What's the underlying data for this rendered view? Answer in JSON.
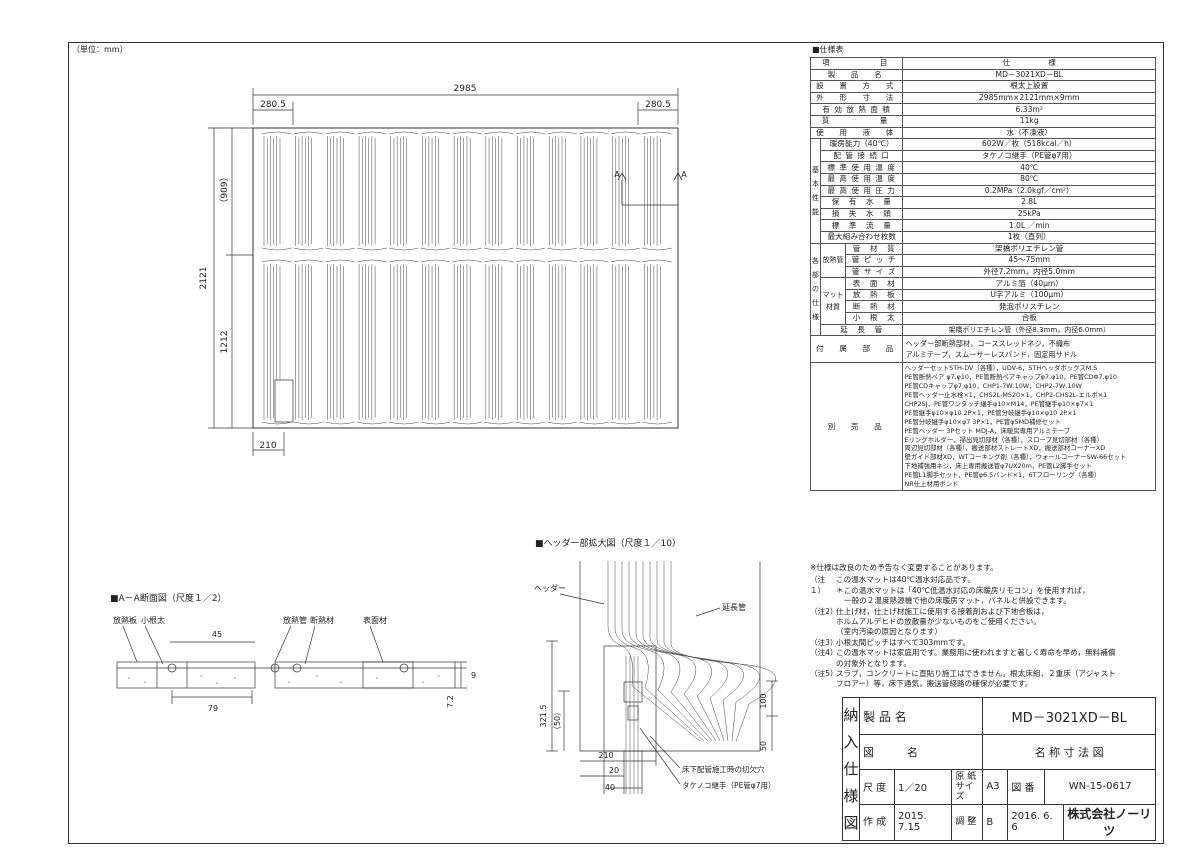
{
  "unit_label": "（単位：mm）",
  "plan": {
    "dim_total_width": "2985",
    "dim_left_margin": "280.5",
    "dim_right_margin": "280.5",
    "dim_total_height": "2121",
    "dim_upper": "（909）",
    "dim_lower": "1212",
    "dim_bottom_left": "210",
    "section_mark_a_left": "A",
    "section_mark_a_right": "A"
  },
  "section": {
    "title": "■A－A断面図（尺度１／2）",
    "labels": {
      "heat_plate": "放熱板",
      "small_joist": "小根太",
      "dim_45": "45",
      "heat_pipe": "放熱管",
      "insulation": "断熱材",
      "surface": "表面材",
      "dim_79": "79",
      "dim_9": "9",
      "dim_7_2": "7.2"
    }
  },
  "header_detail": {
    "title": "■ヘッダー部拡大図（尺度１／10）",
    "labels": {
      "header": "ヘッダー",
      "extension_pipe": "延長管",
      "dim_321_5": "321.5",
      "dim_50a": "（50）",
      "dim_100": "100",
      "dim_50b": "50",
      "dim_210": "210",
      "dim_20": "20",
      "dim_40": "40",
      "cutout": "床下配管施工時の切欠穴",
      "fitting": "タケノコ継手（PE管φ7用）"
    }
  },
  "spec": {
    "title": "■仕様表",
    "head": [
      "項　　　　目",
      "仕　　　　　様"
    ],
    "rows1": [
      [
        "製　品　名",
        "MD－3021XD－BL"
      ],
      [
        "設　置　方　式",
        "根太上設置"
      ],
      [
        "外　形　寸　法",
        "2985mm×2121mm×9mm"
      ],
      [
        "有 効 放 熱 面 積",
        "6.33m²"
      ],
      [
        "質　　　　量",
        "11kg"
      ],
      [
        "使　用　液　体",
        "水（不凍液）"
      ]
    ],
    "basic_cat": "基本性能",
    "basic": [
      [
        "暖房能力（40℃）",
        "602W／枚（518kcal／h）"
      ],
      [
        "配 管 接 続 口",
        "タケノコ継手（PE管φ7用）"
      ],
      [
        "標 準 使 用 温 度",
        "40℃"
      ],
      [
        "最 高 使 用 温 度",
        "80℃"
      ],
      [
        "最 高 使 用 圧 力",
        "0.2MPa（2.0kgf／cm²）"
      ],
      [
        "保　有　水　量",
        "2.8L"
      ],
      [
        "損　失　水　頭",
        "25kPa"
      ],
      [
        "標　準　流　量",
        "1.0L ／min"
      ],
      [
        "最大組み合わせ枚数",
        "1枚（直列）"
      ]
    ],
    "parts_cat": "各部の仕様",
    "pipe_sub": "放熱管",
    "pipe": [
      [
        "管　材　質",
        "架橋ポリエチレン管"
      ],
      [
        "管 ピ ッ チ",
        "45～75mm"
      ],
      [
        "管 サ イ ズ",
        "外径7.2mm，内径5.0mm"
      ]
    ],
    "mat_sub": "マット材質",
    "mat": [
      [
        "表　面　材",
        "アルミ箔（40μm）"
      ],
      [
        "放　熱　板",
        "U字アルミ（100μm）"
      ],
      [
        "断　熱　材",
        "発泡ポリスチレン"
      ],
      [
        "小　根　太",
        "合板"
      ]
    ],
    "ext": [
      "延　長　管",
      "架橋ポリエチレン管（外径8.3mm，内径6.0mm）"
    ],
    "acc": [
      "付　属　部　品",
      "ヘッダー部断熱部材，コーススレッドネジ，不織布",
      "アルミテープ，スムーサーレスバンド，固定用サドル"
    ],
    "sep_label": "別　売　品",
    "sep_lines": [
      "ヘッダーセットSTH-DV（各種），UDV-6，STHヘッダボックスM,S",
      "PE管断熱ペア φ7,φ10，PE管断熱ペアキャップφ7,φ10，PE管CDΦ7,φ10",
      "PE管CDキャップφ7,φ10，CHP1-7W,10W，CHP2-7W,10W",
      "PE管ヘッダー止水栓×1，CHS2L-MS20×1，CHP2-CHS2L-エルボ×1",
      "CHP2SJ，PE管ワンタッチ継手φ10×M14，PE管継手φ10×φ7×1",
      "PE管継手φ10×φ10 2P×1，PE管分岐継手φ10×φ10 2P×1",
      "PE管分岐継手φ10×φ7 3P×1，PE管φ5MD補修セット",
      "PE管ヘッダー 3Pセット MDJ-A，床暖房専用アルミテープ",
      "Eリングホルダー，掃出見切部材（各種），スロープ見切部材（各種）",
      "周辺見切部材（各種），搬送部材ストレートXD，搬送部材コーナーXD",
      "壁ガイド部材XD，WTコーキング剤（各種），ウォールコーナーSW-66セット",
      "下地補強用ネジ，床上専用搬送管φ7UX20m，PE管L2脚手セット",
      "PE管L1脚手セット，PE管φ6.5バンド×1，6Tフローリング（各種）",
      "NR仕上材用ボンド"
    ],
    "footnote": "※仕様は改良のため予告なく変更することがあります。"
  },
  "notes": [
    {
      "k": "（注１）",
      "lines": [
        "この温水マットは40℃温水対応品です。",
        "＊この温水マットは「40℃低温水対応の床暖房リモコン」を使用すれば，",
        "一般の２温度熱源機で他の床暖房マット，パネルと併設できます。"
      ]
    },
    {
      "k": "（注2）",
      "lines": [
        "仕上げ材，仕上げ材施工に使用する接着剤および下地合板は，",
        "ホルムアルデヒドの放散量が少ないものをご使用ください。",
        "（室内汚染の原因となります）"
      ]
    },
    {
      "k": "（注3）",
      "lines": [
        "小根太間ピッチはすべて303mmです。"
      ]
    },
    {
      "k": "（注4）",
      "lines": [
        "この温水マットは家庭用です。業務用に使われますと著しく寿命を早め，無料補償",
        "の対象外となります。"
      ]
    },
    {
      "k": "（注5）",
      "lines": [
        "スラブ，コンクリートに直貼り施工はできません。根太床組，２重床（アジャスト",
        "フロアー）等，床下通気，搬送管経路の確保が必要です。"
      ]
    }
  ],
  "titleblock": {
    "side": [
      "納",
      "入",
      "仕",
      "様",
      "図"
    ],
    "product_label": "製 品 名",
    "product_value": "MD－3021XD－BL",
    "zu_label": "図　　　名",
    "zu_value": "名 称 寸 法 図",
    "scale_label": "尺 度",
    "scale_value": "1／20",
    "paper_label": "原 紙サイズ",
    "paper_value": "A3",
    "num_label": "図 番",
    "num_value": "WN-15-0617",
    "made_label": "作 成",
    "made_value": "2015. 7.15",
    "rev_label": "調 整",
    "rev_mark": "B",
    "rev_value": "2016. 6. 6",
    "company": "株式会社ノーリツ"
  }
}
